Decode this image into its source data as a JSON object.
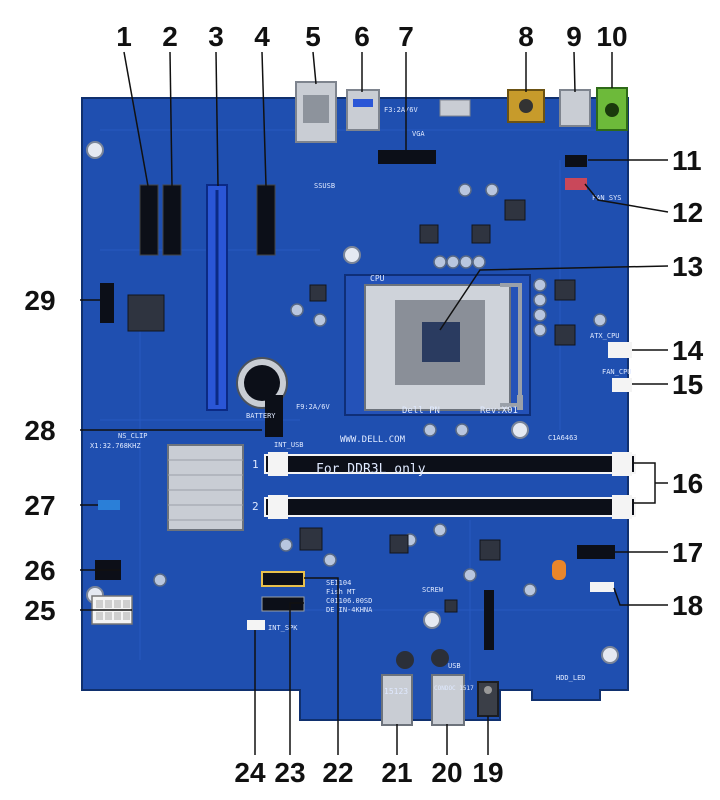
{
  "callouts": [
    {
      "n": "1"
    },
    {
      "n": "2"
    },
    {
      "n": "3"
    },
    {
      "n": "4"
    },
    {
      "n": "5"
    },
    {
      "n": "6"
    },
    {
      "n": "7"
    },
    {
      "n": "8"
    },
    {
      "n": "9"
    },
    {
      "n": "10"
    },
    {
      "n": "11"
    },
    {
      "n": "12"
    },
    {
      "n": "13"
    },
    {
      "n": "14"
    },
    {
      "n": "15"
    },
    {
      "n": "16"
    },
    {
      "n": "17"
    },
    {
      "n": "18"
    },
    {
      "n": "19"
    },
    {
      "n": "20"
    },
    {
      "n": "21"
    },
    {
      "n": "22"
    },
    {
      "n": "23"
    },
    {
      "n": "24"
    },
    {
      "n": "25"
    },
    {
      "n": "26"
    },
    {
      "n": "27"
    },
    {
      "n": "28"
    },
    {
      "n": "29"
    }
  ],
  "board_text": {
    "ddr": "For DDR3L only",
    "slot1": "1",
    "slot2": "2",
    "www": "WWW.DELL.COM",
    "dellpn": "Dell PN",
    "rev": "Rev:X01",
    "cpu": "CPU",
    "battery": "BATTERY",
    "int_usb": "INT_USB",
    "ns_clip": "NS_CLIP",
    "clock": "X1:32.768KHZ",
    "fan_sys": "FAN_SYS",
    "fan_cpu": "FAN_CPU",
    "atx_cpu": "ATX_CPU",
    "vga": "VGA",
    "hdd_led": "HDD_LED",
    "screw": "SCREW",
    "ssusb": "SSUSB",
    "f_fuse": "F3:2A/6V",
    "f_fuse2": "F9:2A/6V",
    "int_spk": "INT_SPK",
    "usb": "USB",
    "mlabel": [
      "SE1104",
      "Fish MT",
      "C01106.00SD",
      "DE IN-4KHNA"
    ],
    "code1": "15123",
    "code2": "CONDOC 1517",
    "c1": "C1A6463"
  },
  "colors": {
    "board": "#1f4fb0",
    "board_dark": "#173f93",
    "slot_black": "#0c0f18",
    "slot_blue": "#2a56d6",
    "silver": "#c9cdd4",
    "header_red": "#c9485a",
    "audio_green": "#6dba3a",
    "dimm_white": "#f4f4f4",
    "sata_blue": "#2a7fd8"
  }
}
